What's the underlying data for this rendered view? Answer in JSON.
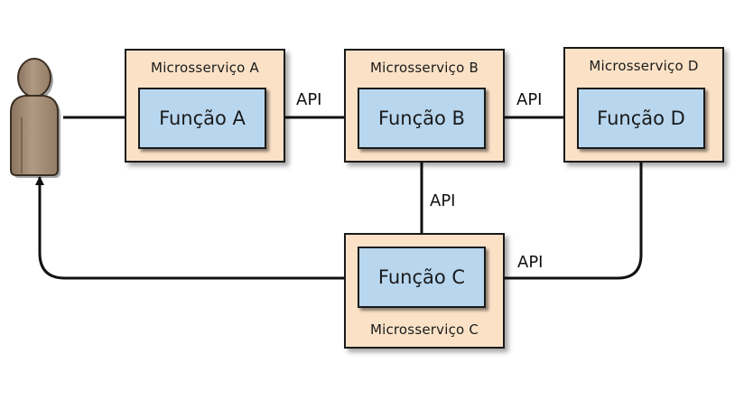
{
  "microservices": [
    {
      "id": "a",
      "label": "Microsserviço A",
      "function": "Função A"
    },
    {
      "id": "b",
      "label": "Microsserviço B",
      "function": "Função B"
    },
    {
      "id": "d",
      "label": "Microsserviço D",
      "function": "Função D"
    },
    {
      "id": "c",
      "label": "Microsserviço C",
      "function": "Função C"
    }
  ],
  "edges": [
    {
      "from": "user",
      "to": "a",
      "label": ""
    },
    {
      "from": "a",
      "to": "b",
      "label": "API"
    },
    {
      "from": "b",
      "to": "d",
      "label": "API"
    },
    {
      "from": "b",
      "to": "c",
      "label": "API"
    },
    {
      "from": "d",
      "to": "c",
      "label": "API"
    },
    {
      "from": "c",
      "to": "user",
      "label": ""
    }
  ],
  "colors": {
    "microservice_fill": "#fbe2c7",
    "function_fill": "#b8d6ee",
    "user_fill": "#a08a74",
    "line": "#1a1a1a"
  },
  "icons": {
    "user": "user-silhouette-icon"
  }
}
